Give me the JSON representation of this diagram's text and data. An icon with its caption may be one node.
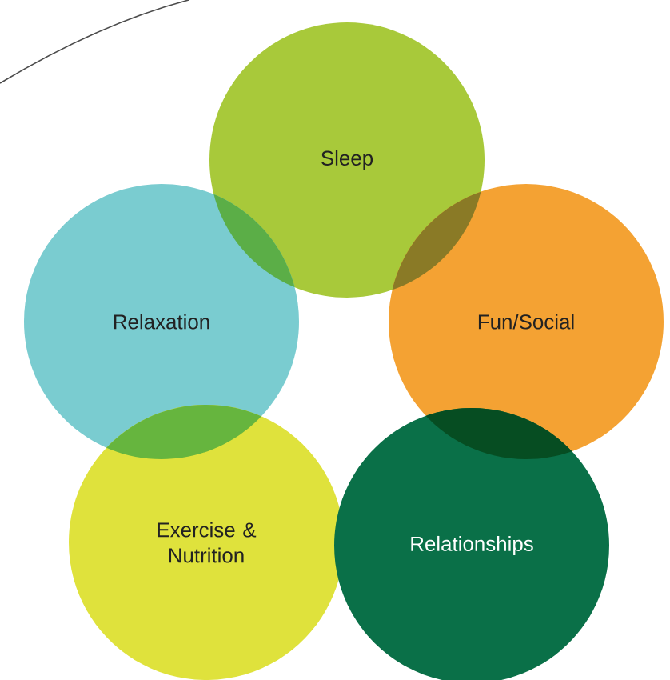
{
  "diagram": {
    "nodes": [
      {
        "text": [
          "Sleep"
        ]
      },
      {
        "text": [
          "Relaxation"
        ]
      },
      {
        "text": [
          "Fun/Social"
        ]
      },
      {
        "text": [
          "Exercise & Nutrition"
        ]
      },
      {
        "text": [
          "Relationships"
        ]
      }
    ]
  }
}
